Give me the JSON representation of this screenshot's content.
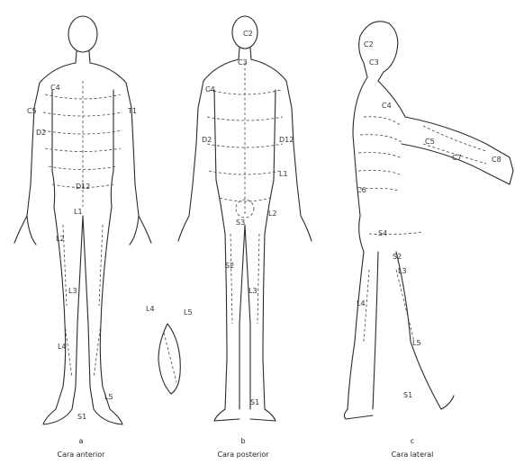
{
  "figure": {
    "panels": [
      {
        "id": "a",
        "letter": "a",
        "caption": "Cara anterior",
        "labels": {
          "c4": "C4",
          "c5": "C5",
          "t1": "T1",
          "d2": "D2",
          "d12": "D12",
          "l1": "L1",
          "l2": "L2",
          "l3": "L3",
          "l4": "L4",
          "l5": "L5",
          "s1": "S1"
        }
      },
      {
        "id": "b",
        "letter": "b",
        "caption": "Cara posterior",
        "labels": {
          "c2": "C2",
          "c3": "C3",
          "c4": "C4",
          "d2": "D2",
          "d12": "D12",
          "l1": "L1",
          "l2": "L2",
          "l3": "L3",
          "l4": "L4",
          "l5": "L5",
          "s1": "S1",
          "s2": "S2",
          "s3": "S3"
        }
      },
      {
        "id": "c",
        "letter": "c",
        "caption": "Cara lateral",
        "labels": {
          "c2": "C2",
          "c3": "C3",
          "c4": "C4",
          "c5": "C5",
          "c6": "C6",
          "c7": "C7",
          "c8": "C8",
          "s2": "S2",
          "s4": "S4",
          "l3": "L3",
          "l4": "L4",
          "l5": "L5",
          "s1": "S1"
        }
      }
    ]
  }
}
